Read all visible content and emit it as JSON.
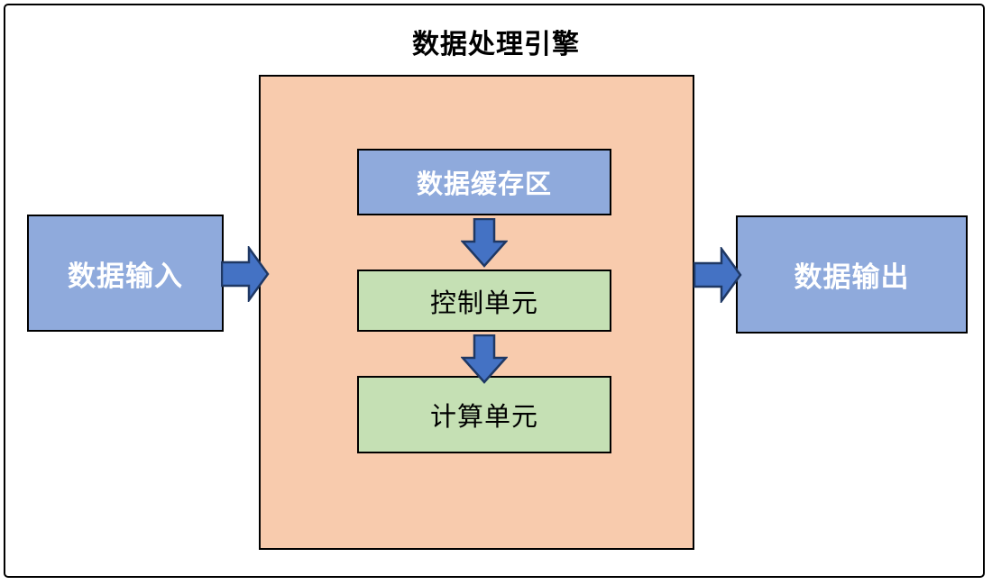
{
  "title": "数据处理引擎",
  "nodes": {
    "input": {
      "label": "数据输入"
    },
    "buffer": {
      "label": "数据缓存区"
    },
    "control": {
      "label": "控制单元"
    },
    "compute": {
      "label": "计算单元"
    },
    "output": {
      "label": "数据输出"
    }
  },
  "arrows": {
    "input_to_engine": {
      "direction": "right"
    },
    "buffer_to_control": {
      "direction": "down"
    },
    "control_to_compute": {
      "direction": "down"
    },
    "engine_to_output": {
      "direction": "right"
    }
  },
  "colors": {
    "background": "#FFFFFF",
    "frame-border": "#000000",
    "engine-bg": "#F8CBAD",
    "node-blue": "#8FAADC",
    "node-green": "#C5E0B4",
    "node-border": "#000000",
    "arrow-fill": "#4472C4",
    "arrow-stroke": "#1F3864",
    "title-color": "#000000",
    "label-light": "#FFFFFF",
    "label-dark": "#000000"
  }
}
